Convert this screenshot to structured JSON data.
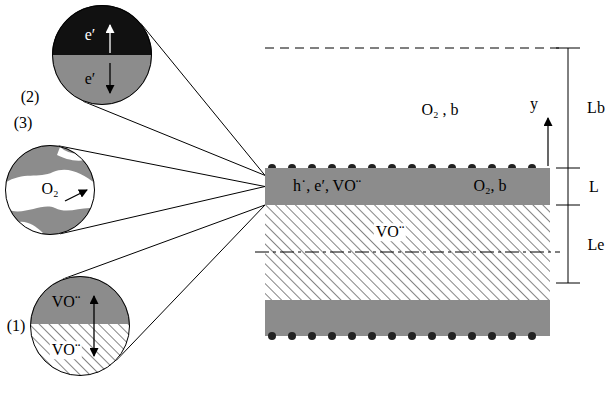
{
  "diagram": {
    "nodes": [
      {
        "text": [
          "O₂ , b"
        ]
      },
      {
        "text": [
          "h˙, e′, VO¨",
          "O₂, b"
        ]
      },
      {
        "text": [
          "VO¨"
        ]
      },
      {
        "text": [
          "(2)",
          "e′",
          "e′"
        ]
      },
      {
        "text": [
          "(3)",
          "O₂"
        ]
      },
      {
        "text": [
          "(1)",
          "VO¨",
          "VO¨"
        ]
      }
    ],
    "edges": [
      {
        "from": 3,
        "to": 1,
        "arrow": "none"
      },
      {
        "from": 4,
        "to": 1,
        "arrow": "none"
      },
      {
        "from": 5,
        "to": 1,
        "arrow": "none"
      }
    ],
    "labels": [
      "Lb",
      "L",
      "Le",
      "y"
    ]
  }
}
